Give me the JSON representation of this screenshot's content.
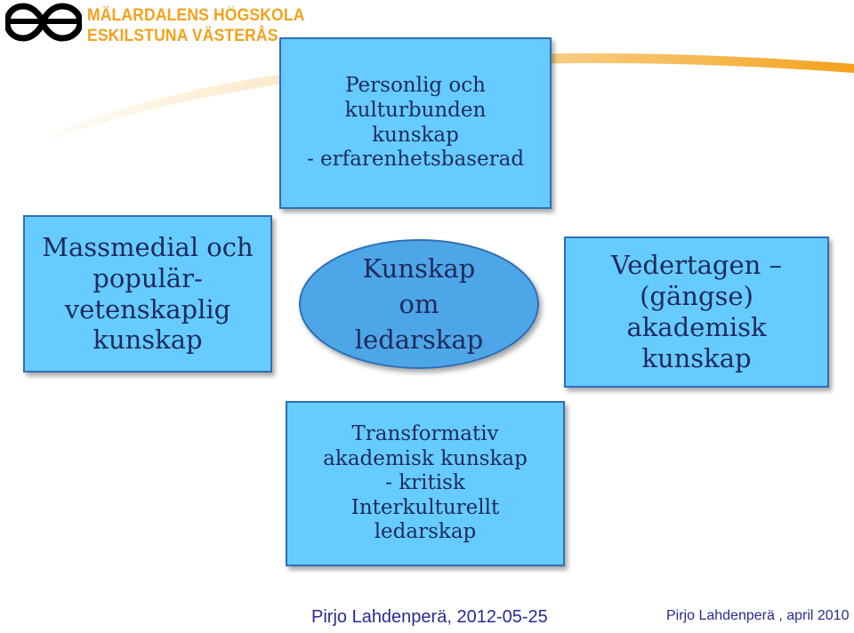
{
  "logo": {
    "line1": "MÄLARDALENS HÖGSKOLA",
    "line2": "ESKILSTUNA VÄSTERÅS"
  },
  "boxes": {
    "top": [
      "Personlig och",
      "kulturbunden",
      "kunskap",
      "- erfarenhetsbaserad"
    ],
    "left": [
      "Massmedial och",
      "populär-",
      "vetenskaplig",
      "kunskap"
    ],
    "center": [
      "Kunskap",
      "om",
      "ledarskap"
    ],
    "right": [
      "Vedertagen –",
      "(gängse)",
      "akademisk",
      "kunskap"
    ],
    "bottom": [
      "Transformativ",
      "akademisk kunskap",
      "- kritisk",
      "Interkulturellt",
      "ledarskap"
    ]
  },
  "footer": {
    "center": "Pirjo Lahdenperä, 2012-05-25",
    "right": "Pirjo Lahdenperä , april 2010"
  },
  "colors": {
    "box_fill": "#66ccff",
    "box_border": "#2f6fb3",
    "ellipse_fill": "#4da6e8",
    "text": "#1f2a5c",
    "brand_orange": "#f3a11b",
    "footer_text": "#2a2a8f"
  },
  "icons": {
    "logo": "malardalen-logo-mark",
    "swoosh": "orange-swoosh-decoration"
  }
}
